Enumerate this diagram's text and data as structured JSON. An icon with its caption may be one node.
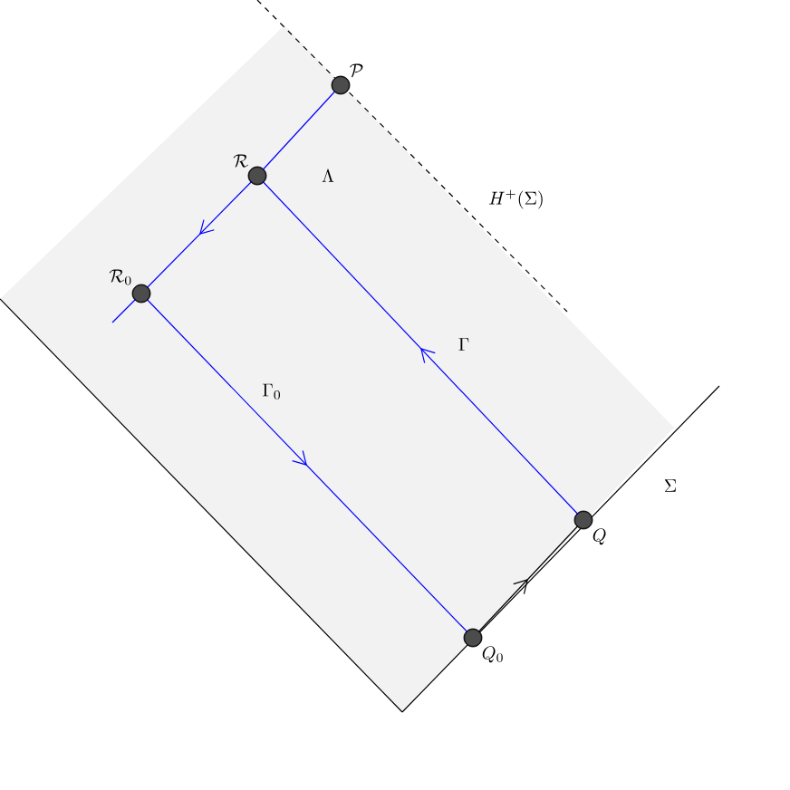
{
  "diagram": {
    "nodes": [
      {
        "text": [
          "\\mathcal{P}"
        ]
      },
      {
        "text": [
          "\\mathcal{R}"
        ]
      },
      {
        "text": [
          "\\mathcal{R}_0"
        ]
      },
      {
        "text": [
          "Q"
        ]
      },
      {
        "text": [
          "Q_0"
        ]
      }
    ],
    "edges": [
      {
        "from": 0,
        "to": 1,
        "arrow": "none",
        "label": "\\Lambda"
      },
      {
        "from": 1,
        "to": 2,
        "arrow": "to"
      },
      {
        "from": 2,
        "to": 4,
        "arrow": "to",
        "label": "\\Gamma_0"
      },
      {
        "from": 3,
        "to": 1,
        "arrow": "to",
        "label": "\\Gamma"
      },
      {
        "from": 4,
        "to": 3,
        "arrow": "to",
        "color": "#000000"
      },
      {
        "from": 2,
        "to": null,
        "arrow": "none"
      }
    ],
    "labels": [
      "H^+(\\Sigma)",
      "\\Sigma"
    ]
  }
}
